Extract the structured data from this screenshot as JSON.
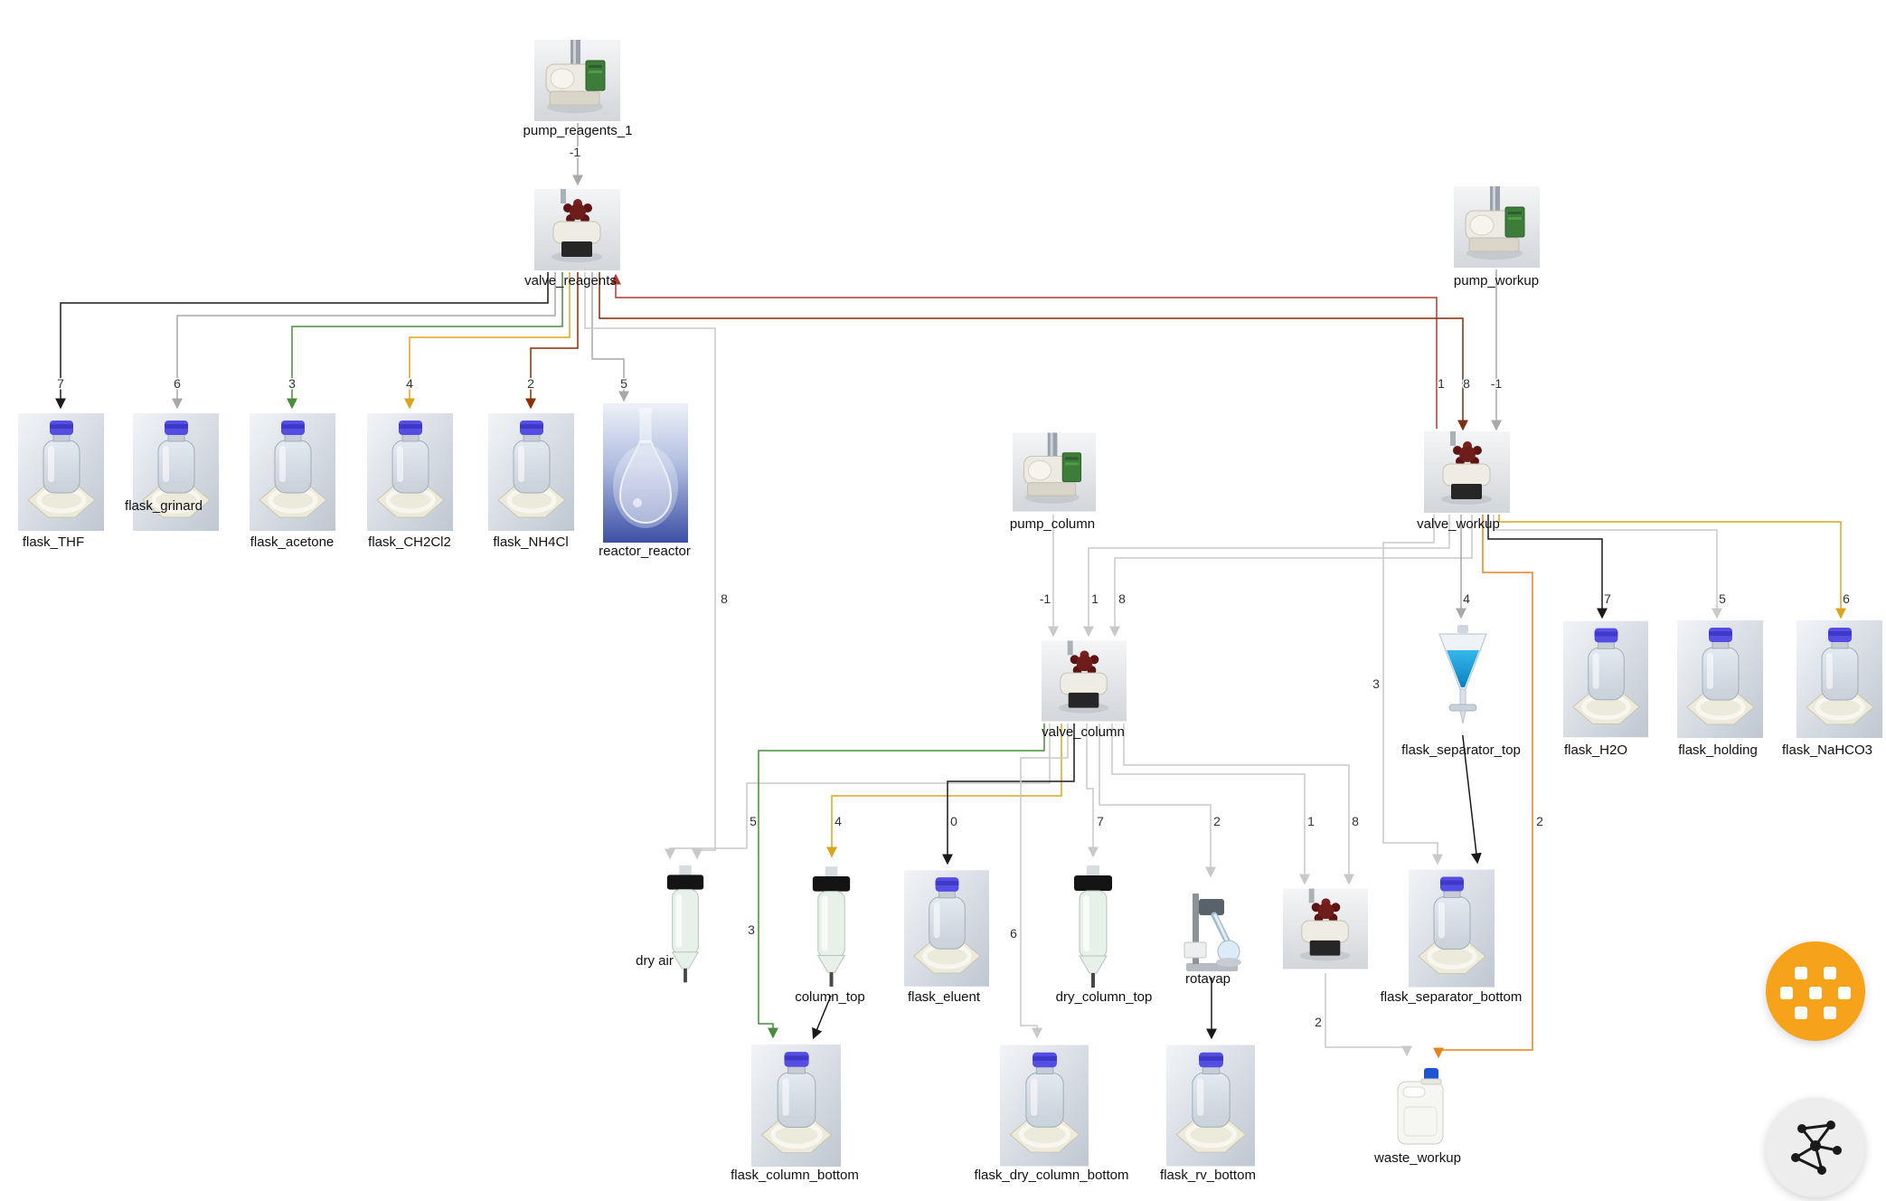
{
  "canvas": {
    "background": "#ffffff"
  },
  "nodes": {
    "pump_reagents_1": {
      "label": "pump_reagents_1",
      "icon": "pump-icon"
    },
    "valve_reagents": {
      "label": "valve_reagents",
      "icon": "valve-icon"
    },
    "pump_workup": {
      "label": "pump_workup",
      "icon": "pump-icon"
    },
    "flask_THF": {
      "label": "flask_THF",
      "icon": "bottle-icon"
    },
    "flask_grinard": {
      "label": "flask_grinard",
      "icon": "bottle-icon"
    },
    "flask_acetone": {
      "label": "flask_acetone",
      "icon": "bottle-icon"
    },
    "flask_CH2Cl2": {
      "label": "flask_CH2Cl2",
      "icon": "bottle-icon"
    },
    "flask_NH4Cl": {
      "label": "flask_NH4Cl",
      "icon": "bottle-icon"
    },
    "reactor_reactor": {
      "label": "reactor_reactor",
      "icon": "reactor-flask-icon"
    },
    "pump_column": {
      "label": "pump_column",
      "icon": "pump-icon"
    },
    "valve_workup": {
      "label": "valve_workup",
      "icon": "valve-icon"
    },
    "valve_column": {
      "label": "valve_column",
      "icon": "valve-icon"
    },
    "flask_separator_top": {
      "label": "flask_separator_top",
      "icon": "separatory-funnel-icon"
    },
    "flask_H2O": {
      "label": "flask_H2O",
      "icon": "bottle-icon"
    },
    "flask_holding": {
      "label": "flask_holding",
      "icon": "bottle-icon"
    },
    "flask_NaHCO3": {
      "label": "flask_NaHCO3",
      "icon": "bottle-icon"
    },
    "dry_air": {
      "label": "dry air",
      "icon": "column-icon"
    },
    "column_top": {
      "label": "column_top",
      "icon": "column-icon"
    },
    "flask_eluent": {
      "label": "flask_eluent",
      "icon": "bottle-icon"
    },
    "dry_column_top": {
      "label": "dry_column_top",
      "icon": "column-icon"
    },
    "rotavap": {
      "label": "rotavap",
      "icon": "rotavap-icon"
    },
    "valve_unnamed": {
      "icon": "valve-icon"
    },
    "flask_separator_bottom": {
      "label": "flask_separator_bottom",
      "icon": "bottle-icon"
    },
    "flask_column_bottom": {
      "label": "flask_column_bottom",
      "icon": "bottle-icon"
    },
    "flask_dry_column_bottom": {
      "label": "flask_dry_column_bottom",
      "icon": "bottle-icon"
    },
    "flask_rv_bottom": {
      "label": "flask_rv_bottom",
      "icon": "bottle-icon"
    },
    "waste_workup": {
      "label": "waste_workup",
      "icon": "jerrycan-icon"
    }
  },
  "edges": {
    "pump_reagents_to_valve": {
      "label": "-1"
    },
    "valve_to_flask_THF": {
      "label": "7"
    },
    "valve_to_flask_grinard": {
      "label": "6"
    },
    "valve_to_flask_acetone": {
      "label": "3"
    },
    "valve_to_flask_CH2Cl2": {
      "label": "4"
    },
    "valve_to_flask_NH4Cl": {
      "label": "2"
    },
    "valve_to_reactor": {
      "label": "5"
    },
    "workup_to_reagents_red": {
      "label": "1"
    },
    "reagents_to_workup_dark": {
      "label": "8"
    },
    "pump_workup_to_valve": {
      "label": "-1"
    },
    "reagents_to_dry_air": {
      "label": "8"
    },
    "workup_to_column_1": {
      "label": "1"
    },
    "workup_to_column_8": {
      "label": "8"
    },
    "pump_column_to_valve": {
      "label": "-1"
    },
    "workup_to_separator_top": {
      "label": "4"
    },
    "workup_to_H2O": {
      "label": "7"
    },
    "workup_to_holding": {
      "label": "5"
    },
    "workup_to_NaHCO3": {
      "label": "6"
    },
    "workup_to_separator_bottom": {
      "label": "3"
    },
    "workup_to_waste": {
      "label": "2"
    },
    "column_to_dry_air": {
      "label": "5"
    },
    "column_to_column_top": {
      "label": "4"
    },
    "column_to_eluent": {
      "label": "0"
    },
    "column_to_dry_column_top": {
      "label": "7"
    },
    "column_to_rotavap": {
      "label": "2"
    },
    "column_to_valve2_1": {
      "label": "1"
    },
    "column_to_valve2_8": {
      "label": "8"
    },
    "column_to_column_bottom": {
      "label": "3"
    },
    "column_to_dry_column_bottom": {
      "label": "6"
    },
    "valve2_to_waste": {
      "label": "2"
    }
  },
  "colors": {
    "edge_black": "#1a1a1a",
    "edge_gray": "#a8a8a8",
    "edge_lightgray": "#c9c9c9",
    "edge_green": "#4a8c3f",
    "edge_gold": "#d9a51d",
    "edge_red": "#b33a2e",
    "edge_maroon": "#8b2e00",
    "edge_brown": "#7d2f10",
    "edge_orange": "#e8821e",
    "fab_orange": "#f6a21a",
    "fab_gray": "#ededed"
  },
  "fabs": {
    "apps": {
      "icon": "apps-grid-icon",
      "color": "#f6a21a"
    },
    "assistant": {
      "icon": "neural-network-icon",
      "color": "#ededed"
    }
  }
}
